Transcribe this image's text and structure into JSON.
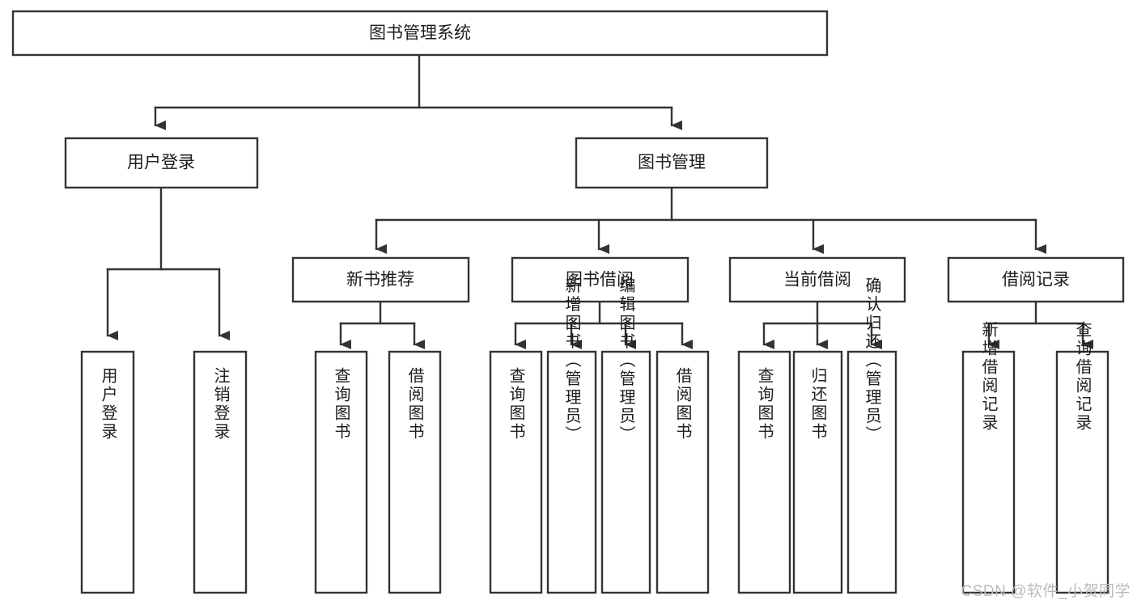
{
  "diagram": {
    "title": "图书管理系统",
    "type": "tree-hierarchy-diagram",
    "watermark": "CSDN @软件_小贺同学",
    "colors": {
      "stroke": "#333333",
      "box_fill": "#ffffff",
      "text": "#1d1d1d",
      "background": "#ffffff",
      "watermark": "#b9b9b9"
    },
    "root": {
      "label": "图书管理系统",
      "orientation": "horizontal"
    },
    "level2": [
      {
        "label": "用户登录",
        "orientation": "horizontal"
      },
      {
        "label": "图书管理",
        "orientation": "horizontal"
      }
    ],
    "level3": [
      {
        "label": "新书推荐",
        "orientation": "horizontal"
      },
      {
        "label": "图书借阅",
        "orientation": "horizontal"
      },
      {
        "label": "当前借阅",
        "orientation": "horizontal"
      },
      {
        "label": "借阅记录",
        "orientation": "horizontal"
      }
    ],
    "leaves": [
      {
        "label": "用户登录",
        "parent": "用户登录",
        "orientation": "vertical"
      },
      {
        "label": "注销登录",
        "parent": "用户登录",
        "orientation": "vertical"
      },
      {
        "label": "查询图书",
        "parent": "新书推荐",
        "orientation": "vertical"
      },
      {
        "label": "借阅图书",
        "parent": "新书推荐",
        "orientation": "vertical"
      },
      {
        "label": "查询图书",
        "parent": "图书借阅",
        "orientation": "vertical"
      },
      {
        "label": "新增图书（管理员）",
        "parent": "图书借阅",
        "orientation": "vertical"
      },
      {
        "label": "编辑图书（管理员）",
        "parent": "图书借阅",
        "orientation": "vertical"
      },
      {
        "label": "借阅图书",
        "parent": "图书借阅",
        "orientation": "vertical"
      },
      {
        "label": "查询图书",
        "parent": "当前借阅",
        "orientation": "vertical"
      },
      {
        "label": "归还图书",
        "parent": "当前借阅",
        "orientation": "vertical"
      },
      {
        "label": "确认归还（管理员）",
        "parent": "当前借阅",
        "orientation": "vertical"
      },
      {
        "label": "新增借阅记录",
        "parent": "借阅记录",
        "orientation": "vertical"
      },
      {
        "label": "查询借阅记录",
        "parent": "借阅记录",
        "orientation": "vertical"
      }
    ]
  }
}
